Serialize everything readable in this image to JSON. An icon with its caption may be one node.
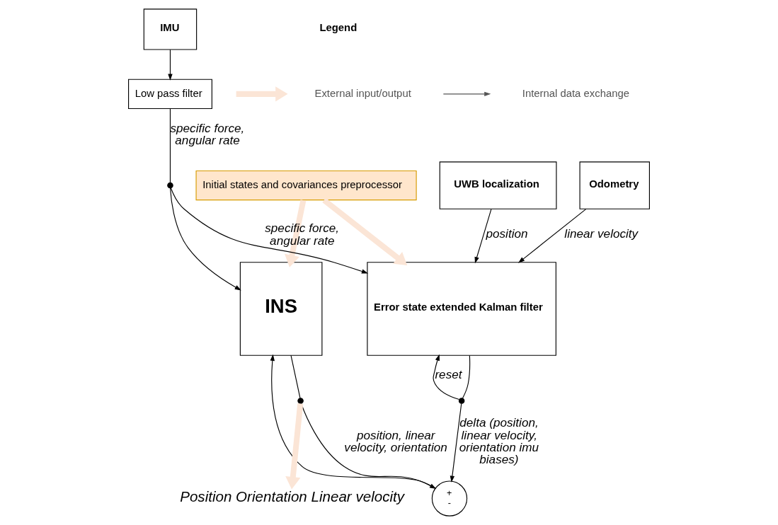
{
  "diagram": {
    "nodes": [
      {
        "text": [
          "IMU"
        ]
      },
      {
        "text": [
          "Low pass filter"
        ]
      },
      {
        "text": [
          "+",
          "-"
        ]
      },
      {
        "text": [
          "INS"
        ]
      },
      {
        "text": [
          "Initial states and covariances preprocessor"
        ]
      },
      {
        "text": [
          "Odometry"
        ]
      },
      {
        "text": [
          "Error state extended Kalman filter"
        ]
      },
      {
        "text": [
          "UWB localization"
        ]
      },
      {
        "text": [
          "Position Orientation Linear velocity"
        ]
      },
      {
        "text": [],
        "shape": "circle"
      },
      {
        "text": [],
        "shape": "circle"
      },
      {
        "text": [],
        "shape": "circle"
      }
    ],
    "edges": [
      {
        "from": 0,
        "to": 1,
        "arrow": "to"
      },
      {
        "from": 1,
        "to": 9,
        "arrow": "none",
        "label": "specific force, angular rate"
      },
      {
        "from": 9,
        "to": 3,
        "arrow": "to"
      },
      {
        "from": 9,
        "to": 6,
        "arrow": "to",
        "label": "specific force, angular rate"
      },
      {
        "from": 3,
        "to": 10,
        "arrow": "none"
      },
      {
        "from": 10,
        "to": 8,
        "arrow": "to",
        "style": "thick",
        "color": "#fbe5d6"
      },
      {
        "from": 10,
        "to": 2,
        "arrow": "to",
        "label": "position, linear velocity, orientation"
      },
      {
        "from": 2,
        "to": 3,
        "arrow": "to"
      },
      {
        "from": 6,
        "to": 11,
        "arrow": "none"
      },
      {
        "from": 11,
        "to": 2,
        "arrow": "to",
        "label": "delta (position, linear velocity, orientation imu biases)"
      },
      {
        "from": 11,
        "to": 6,
        "arrow": "to",
        "label": "reset"
      },
      {
        "from": 4,
        "to": 3,
        "arrow": "to",
        "style": "thick",
        "color": "#fbe5d6"
      },
      {
        "from": 4,
        "to": 6,
        "arrow": "to",
        "style": "thick",
        "color": "#fbe5d6"
      },
      {
        "from": 5,
        "to": 6,
        "arrow": "to",
        "label": "linear velocity"
      },
      {
        "from": 7,
        "to": 6,
        "arrow": "to",
        "label": "position"
      }
    ],
    "labels": [
      "Legend"
    ],
    "legend": [
      {
        "text": "External input/output"
      },
      {
        "text": "Internal data exchange"
      }
    ]
  }
}
